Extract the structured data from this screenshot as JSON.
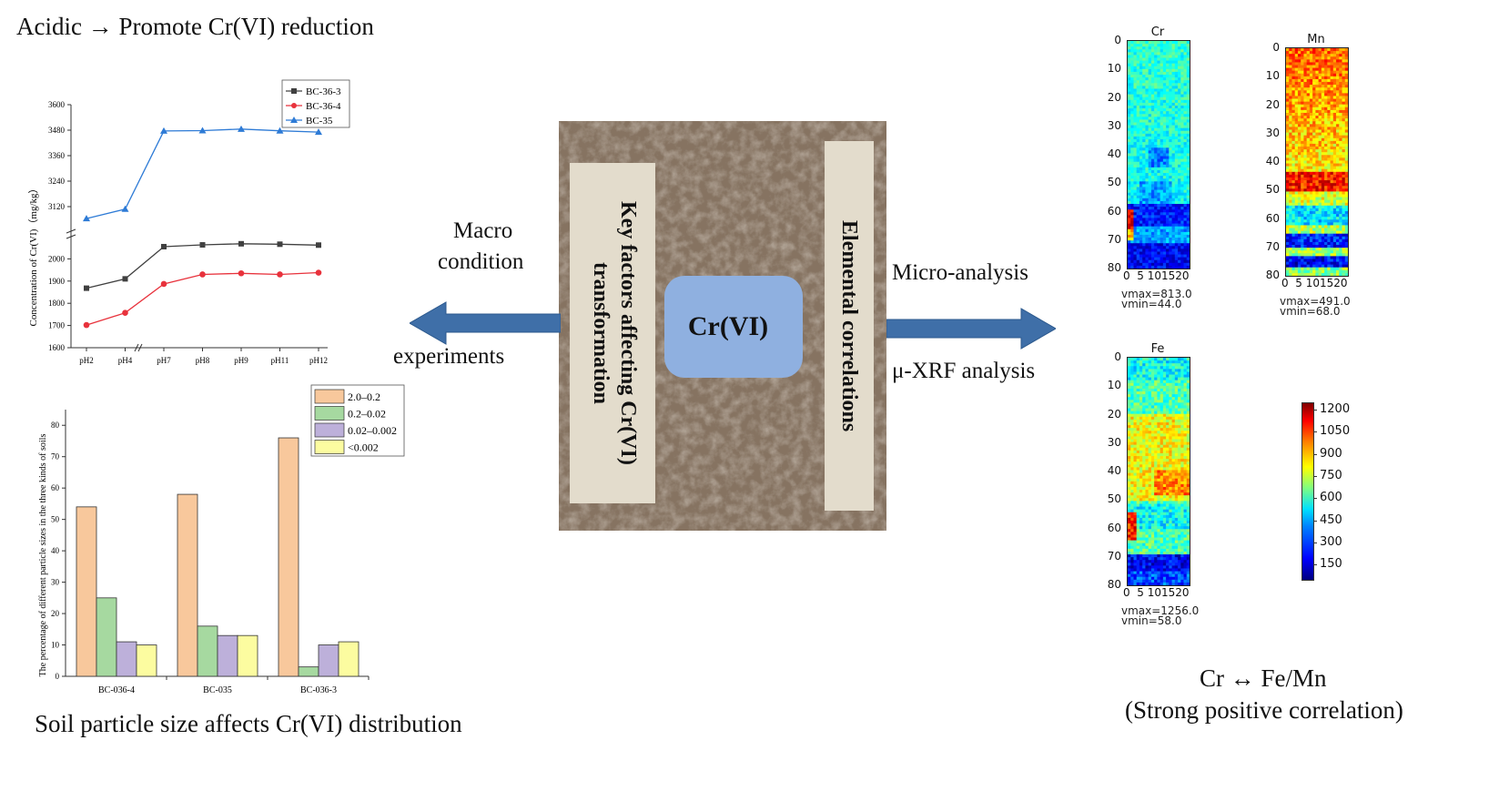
{
  "captions": {
    "top_left": "Acidic → Promote Cr(VI) reduction",
    "bottom_left": "Soil particle size affects Cr(VI) distribution",
    "bottom_right_1": "Cr ↔ Fe/Mn",
    "bottom_right_2": "(Strong positive correlation)"
  },
  "center": {
    "left_bar": "Key factors affecting Cr(VI) transformation",
    "right_bar": "Elemental correlations",
    "core": "Cr(VI)"
  },
  "arrows": {
    "left_above_1": "Macro",
    "left_above_2": "condition",
    "left_below": "experiments",
    "right_above": "Micro-analysis",
    "right_below": "μ-XRF analysis"
  },
  "colors": {
    "soil": "#8b7866",
    "panel": "#e3dccc",
    "core": "#8fb0e0",
    "arrow": "#3f6fa8"
  },
  "line_chart": {
    "chart_data": {
      "type": "line",
      "categories": [
        "pH2",
        "pH4",
        "pH7",
        "pH8",
        "pH9",
        "pH11",
        "pH12"
      ],
      "ylabel": "Concentration of Cr(VI)（mg/kg）",
      "ylim_low": [
        1600,
        2100
      ],
      "ylim_high": [
        3000,
        3600
      ],
      "y_ticks": [
        "1600",
        "1700",
        "1800",
        "1900",
        "2000",
        "3120",
        "3240",
        "3360",
        "3480",
        "3600"
      ],
      "axis_break": true,
      "legend_position": "top-right",
      "series": [
        {
          "name": "BC-36-3",
          "color": "#404040",
          "marker": "square",
          "values": [
            1868,
            1910,
            2055,
            2063,
            2068,
            2066,
            2062
          ]
        },
        {
          "name": "BC-36-4",
          "color": "#e8323c",
          "marker": "circle",
          "values": [
            1702,
            1757,
            1887,
            1930,
            1935,
            1930,
            1938
          ]
        },
        {
          "name": "BC-35",
          "color": "#2e7bd6",
          "marker": "triangle",
          "values": [
            3064,
            3108,
            3476,
            3478,
            3485,
            3477,
            3471
          ]
        }
      ]
    }
  },
  "bar_chart": {
    "chart_data": {
      "type": "bar",
      "categories": [
        "BC-036-4",
        "BC-035",
        "BC-036-3"
      ],
      "ylabel": "The percentage of different particle sizes in the three kinds of soils",
      "ylim": [
        0,
        85
      ],
      "y_ticks": [
        "0",
        "10",
        "20",
        "30",
        "40",
        "50",
        "60",
        "70",
        "80"
      ],
      "legend_position": "top-right",
      "series": [
        {
          "name": "2.0–0.2",
          "color": "#f8c89c",
          "values": [
            54,
            58,
            76
          ]
        },
        {
          "name": "0.2–0.02",
          "color": "#a6d9a0",
          "values": [
            25,
            16,
            3
          ]
        },
        {
          "name": "0.02–0.002",
          "color": "#bdb0da",
          "values": [
            11,
            13,
            10
          ]
        },
        {
          "name": "<0.002",
          "color": "#fcfca0",
          "values": [
            10,
            13,
            11
          ]
        }
      ]
    }
  },
  "maps": {
    "x_ticks": [
      "0",
      "5",
      "10",
      "15",
      "20"
    ],
    "x_ticks_text": "0  5 101520",
    "y_ticks": [
      "0",
      "10",
      "20",
      "30",
      "40",
      "50",
      "60",
      "70",
      "80"
    ],
    "items": [
      {
        "title": "Cr",
        "vmax": "vmax=813.0",
        "vmin": "vmin=44.0"
      },
      {
        "title": "Mn",
        "vmax": "vmax=491.0",
        "vmin": "vmin=68.0"
      },
      {
        "title": "Fe",
        "vmax": "vmax=1256.0",
        "vmin": "vmin=58.0"
      }
    ],
    "colorbar_ticks": [
      "1200",
      "1050",
      "900",
      "750",
      "600",
      "450",
      "300",
      "150"
    ]
  }
}
